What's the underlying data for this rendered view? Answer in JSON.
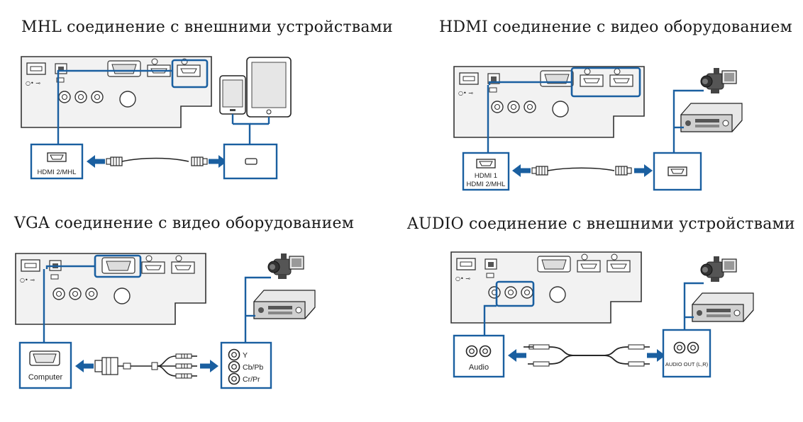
{
  "titles": {
    "mhl": "MHL соединение с внешними устройствами",
    "hdmi": "HDMI соединение с видео оборудованием",
    "vga": "VGA соединение с видео оборудованием",
    "audio": "AUDIO соединение с внешними устройствами"
  },
  "labels": {
    "mhl_port": "HDMI 2/MHL",
    "hdmi_port_1": "HDMI 1",
    "hdmi_port_2": "HDMI 2/MHL",
    "vga_port": "Computer",
    "vga_y": "Y",
    "vga_cb": "Cb/Pb",
    "vga_cr": "Cr/Pr",
    "audio_in": "Audio",
    "audio_out": "AUDIO OUT (L,R)"
  },
  "colors": {
    "accent": "#1a5fa0",
    "outline": "#333333",
    "panel": "#f2f2f2"
  },
  "icons": [
    "projector-panel",
    "tablet",
    "smartphone",
    "camcorder",
    "video-player",
    "hdmi-connector",
    "vga-connector",
    "rca-connector"
  ]
}
